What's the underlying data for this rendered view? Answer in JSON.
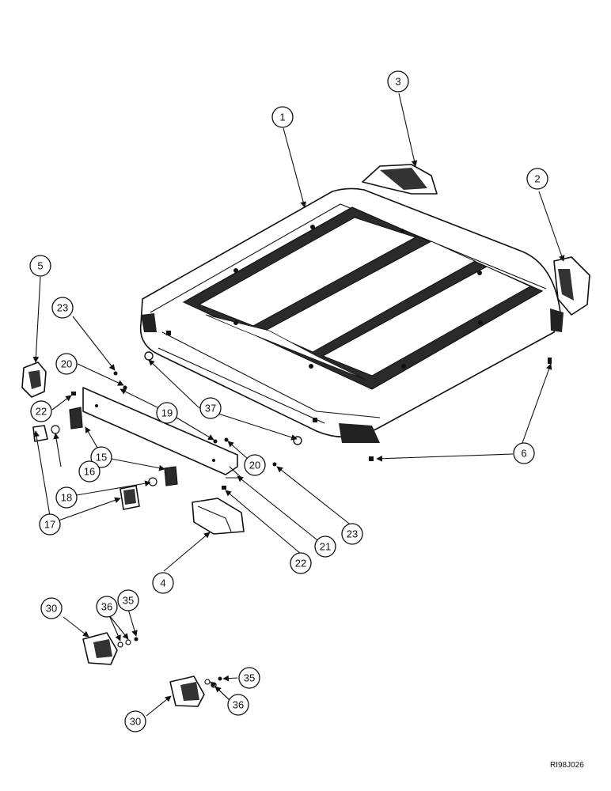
{
  "callouts": [
    "1",
    "2",
    "3",
    "4",
    "5",
    "6",
    "15",
    "16",
    "17",
    "18",
    "19",
    "20",
    "20",
    "21",
    "22",
    "22",
    "23",
    "23",
    "30",
    "30",
    "35",
    "35",
    "36",
    "36",
    "37"
  ],
  "reference_code": "RI98J026"
}
